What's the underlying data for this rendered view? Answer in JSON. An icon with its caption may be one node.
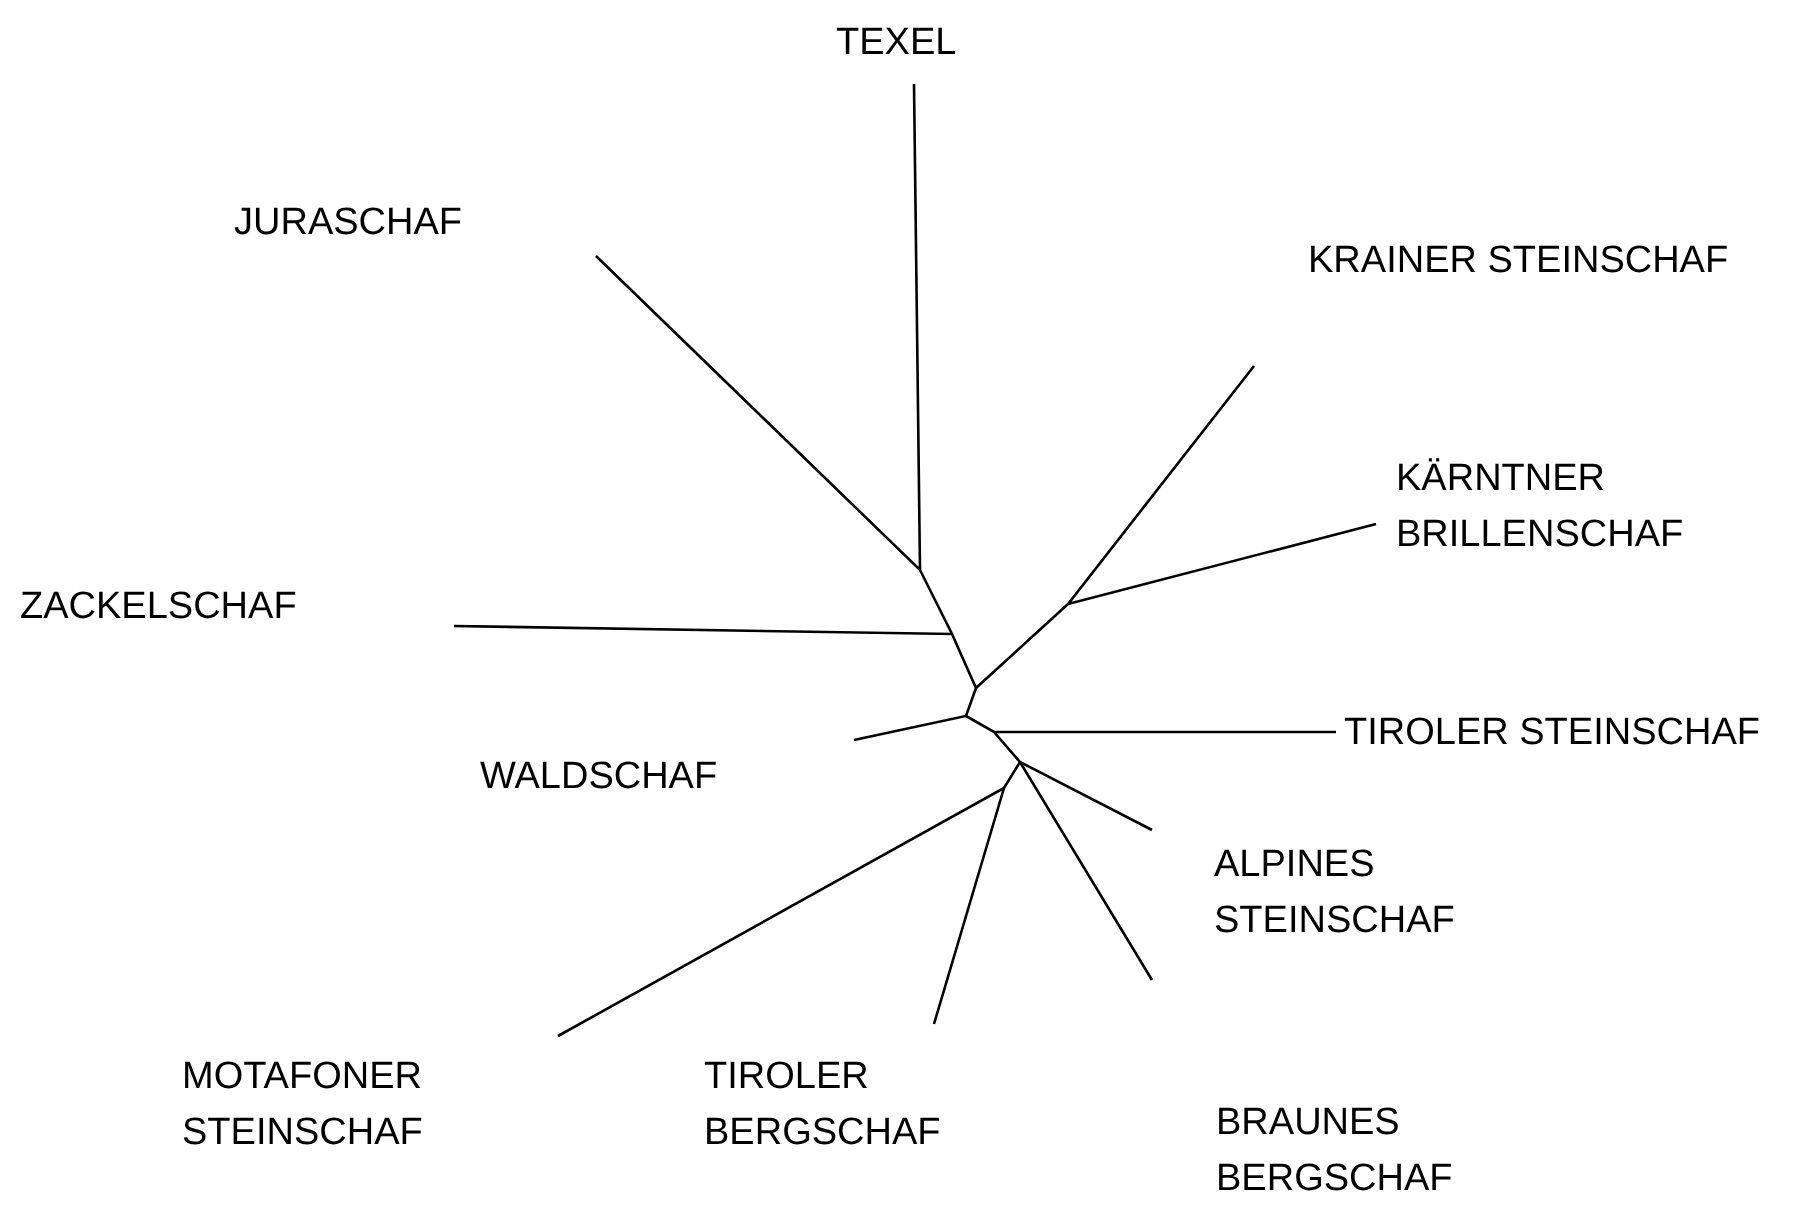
{
  "diagram": {
    "labels": [
      "TEXEL",
      "JURASCHAF",
      "KRAINER STEINSCHAF",
      "KÄRNTNER BRILLENSCHAF",
      "ZACKELSCHAF",
      "TIROLER STEINSCHAF",
      "WALDSCHAF",
      "ALPINES STEINSCHAF",
      "MOTAFONER STEINSCHAF",
      "TIROLER BERGSCHAF",
      "BRAUNES BERGSCHAF"
    ]
  }
}
